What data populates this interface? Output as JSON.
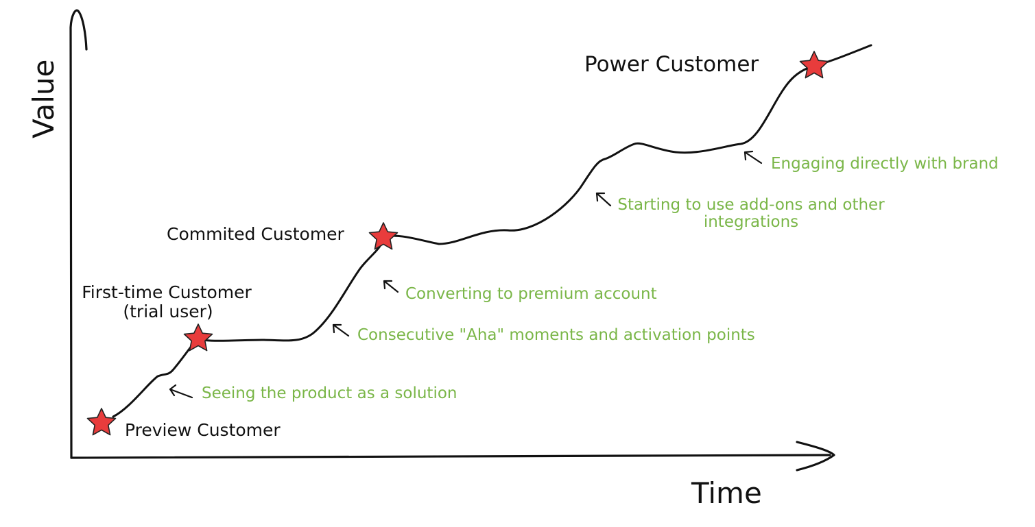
{
  "axes": {
    "y_label": "Value",
    "x_label": "Time"
  },
  "milestones": [
    {
      "label": "Preview Customer"
    },
    {
      "label": "First-time Customer",
      "sublabel": "(trial user)"
    },
    {
      "label": "Commited Customer"
    },
    {
      "label": "Power Customer"
    }
  ],
  "annotations": [
    {
      "lines": [
        "Seeing the product as a solution"
      ]
    },
    {
      "lines": [
        "Consecutive \"Aha\" moments and activation points"
      ]
    },
    {
      "lines": [
        "Converting to premium account"
      ]
    },
    {
      "lines": [
        "Starting to use add-ons and other",
        "integrations"
      ]
    },
    {
      "lines": [
        "Engaging directly with brand"
      ]
    }
  ],
  "colors": {
    "ink": "#111111",
    "annotation": "#7ab648",
    "star_fill": "#e83c3c"
  },
  "icons": {
    "milestone": "star-icon",
    "pointer": "arrow-pointer-icon"
  }
}
